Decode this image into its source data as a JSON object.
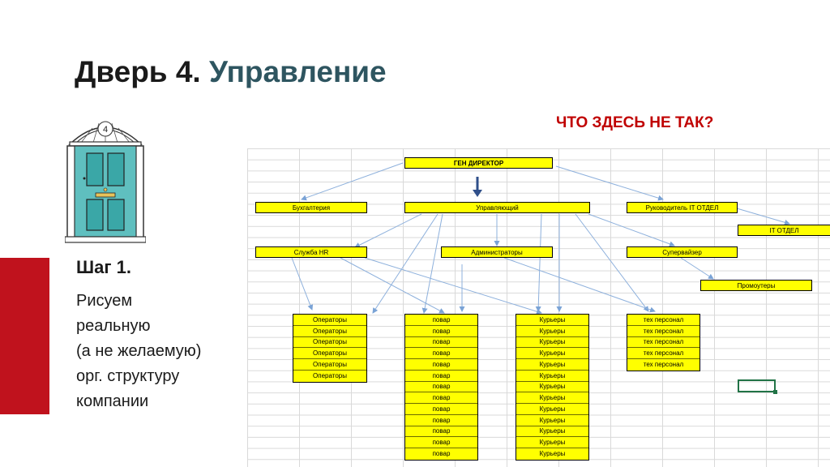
{
  "slide": {
    "title_main": "Дверь 4.",
    "title_accent": "Управление",
    "question": "ЧТО ЗДЕСЬ НЕ ТАК?",
    "door_number": "4",
    "step_title": "Шаг 1.",
    "step_lines": [
      "Рисуем",
      "реальную",
      "(а не желаемую)",
      "орг. структуру",
      "компании"
    ]
  },
  "org": {
    "gen_director": "ГЕН ДИРЕКТОР",
    "accounting": "Бухгалтерия",
    "manager": "Управляющий",
    "it_head": "Руководитель IT ОТДЕЛ",
    "it_dept": "IT ОТДЕЛ",
    "hr": "Служба HR",
    "admins": "Администраторы",
    "supervisor": "Супервайзер",
    "promoters": "Промоутеры",
    "operators": [
      "Операторы",
      "Операторы",
      "Операторы",
      "Операторы",
      "Операторы",
      "Операторы"
    ],
    "cooks": [
      "повар",
      "повар",
      "повар",
      "повар",
      "повар",
      "повар",
      "повар",
      "повар",
      "повар",
      "повар",
      "повар",
      "повар",
      "повар"
    ],
    "couriers": [
      "Курьеры",
      "Курьеры",
      "Курьеры",
      "Курьеры",
      "Курьеры",
      "Курьеры",
      "Курьеры",
      "Курьеры",
      "Курьеры",
      "Курьеры",
      "Курьеры",
      "Курьеры",
      "Курьеры"
    ],
    "tech_staff": [
      "тех персонал",
      "тех персонал",
      "тех персонал",
      "тех персонал",
      "тех персонал"
    ]
  }
}
